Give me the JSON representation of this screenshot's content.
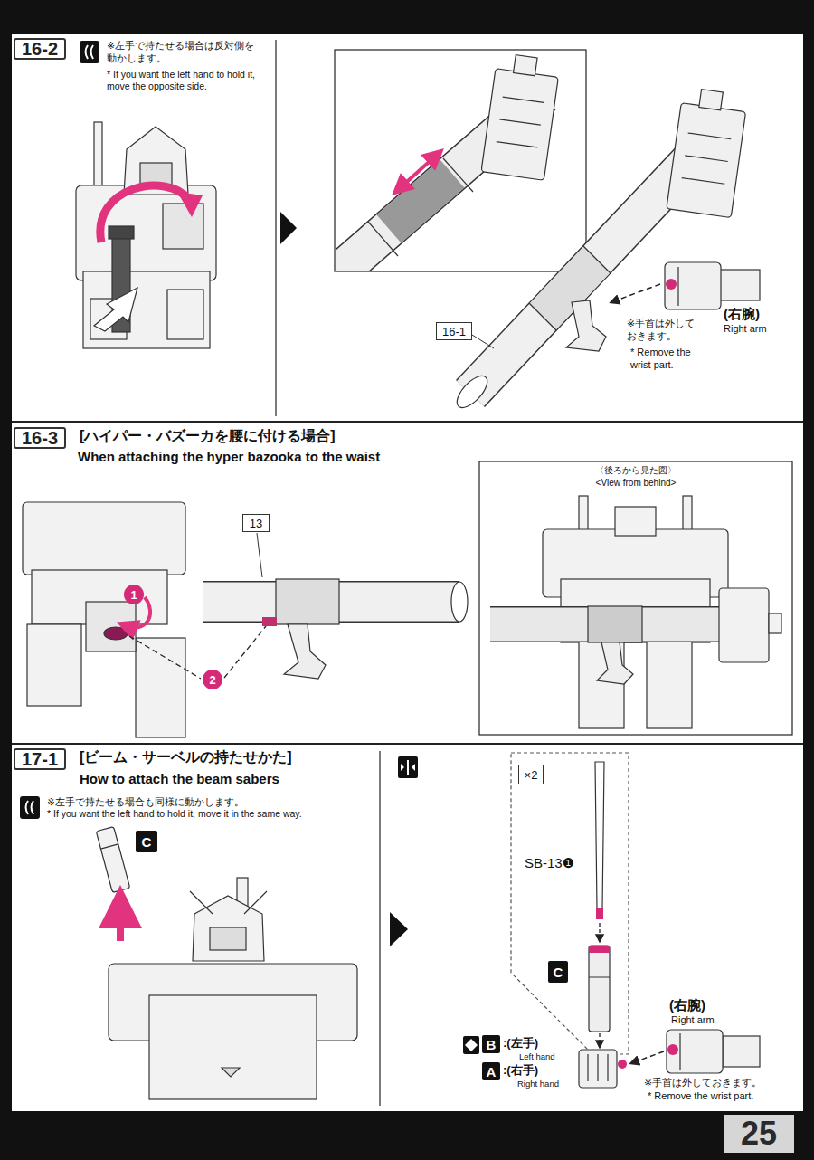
{
  "diagram": {
    "nodes": [
      {
        "text": [
          "16-2"
        ]
      },
      {
        "text": [
          "16-1"
        ]
      },
      {
        "text": [
          "16-3"
        ]
      },
      {
        "text": [
          "13"
        ]
      },
      {
        "text": [
          "1"
        ]
      },
      {
        "text": [
          "2"
        ]
      },
      {
        "text": [
          "17-1"
        ]
      },
      {
        "text": [
          "C"
        ]
      },
      {
        "text": [
          "×2"
        ]
      },
      {
        "text": [
          "C"
        ]
      },
      {
        "text": [
          "B"
        ]
      },
      {
        "text": [
          "A"
        ]
      },
      {
        "text": [
          "25"
        ]
      }
    ],
    "labels": [
      "※左手で持たせる場合は反対側を動かします。",
      "* If you want the left hand to hold it, move the opposite side.",
      "※手首は外しておきます。",
      "* Remove the wrist part.",
      "(右腕)",
      "Right arm",
      "[ハイパー・バズーカを腰に付ける場合]",
      "When attaching the hyper bazooka to the waist",
      "〈後ろから見た図〉",
      "<View from behind>",
      "[ビーム・サーベルの持たせかた]",
      "How to attach the beam sabers",
      "※左手で持たせる場合も同様に動かします。",
      "* If you want the left hand to hold it, move it in the same way.",
      "SB-13❶",
      ":(左手)",
      "Left hand",
      ":(右手)",
      "Right hand",
      "(右腕)",
      "Right arm",
      "※手首は外しておきます。",
      "* Remove the wrist part."
    ]
  }
}
